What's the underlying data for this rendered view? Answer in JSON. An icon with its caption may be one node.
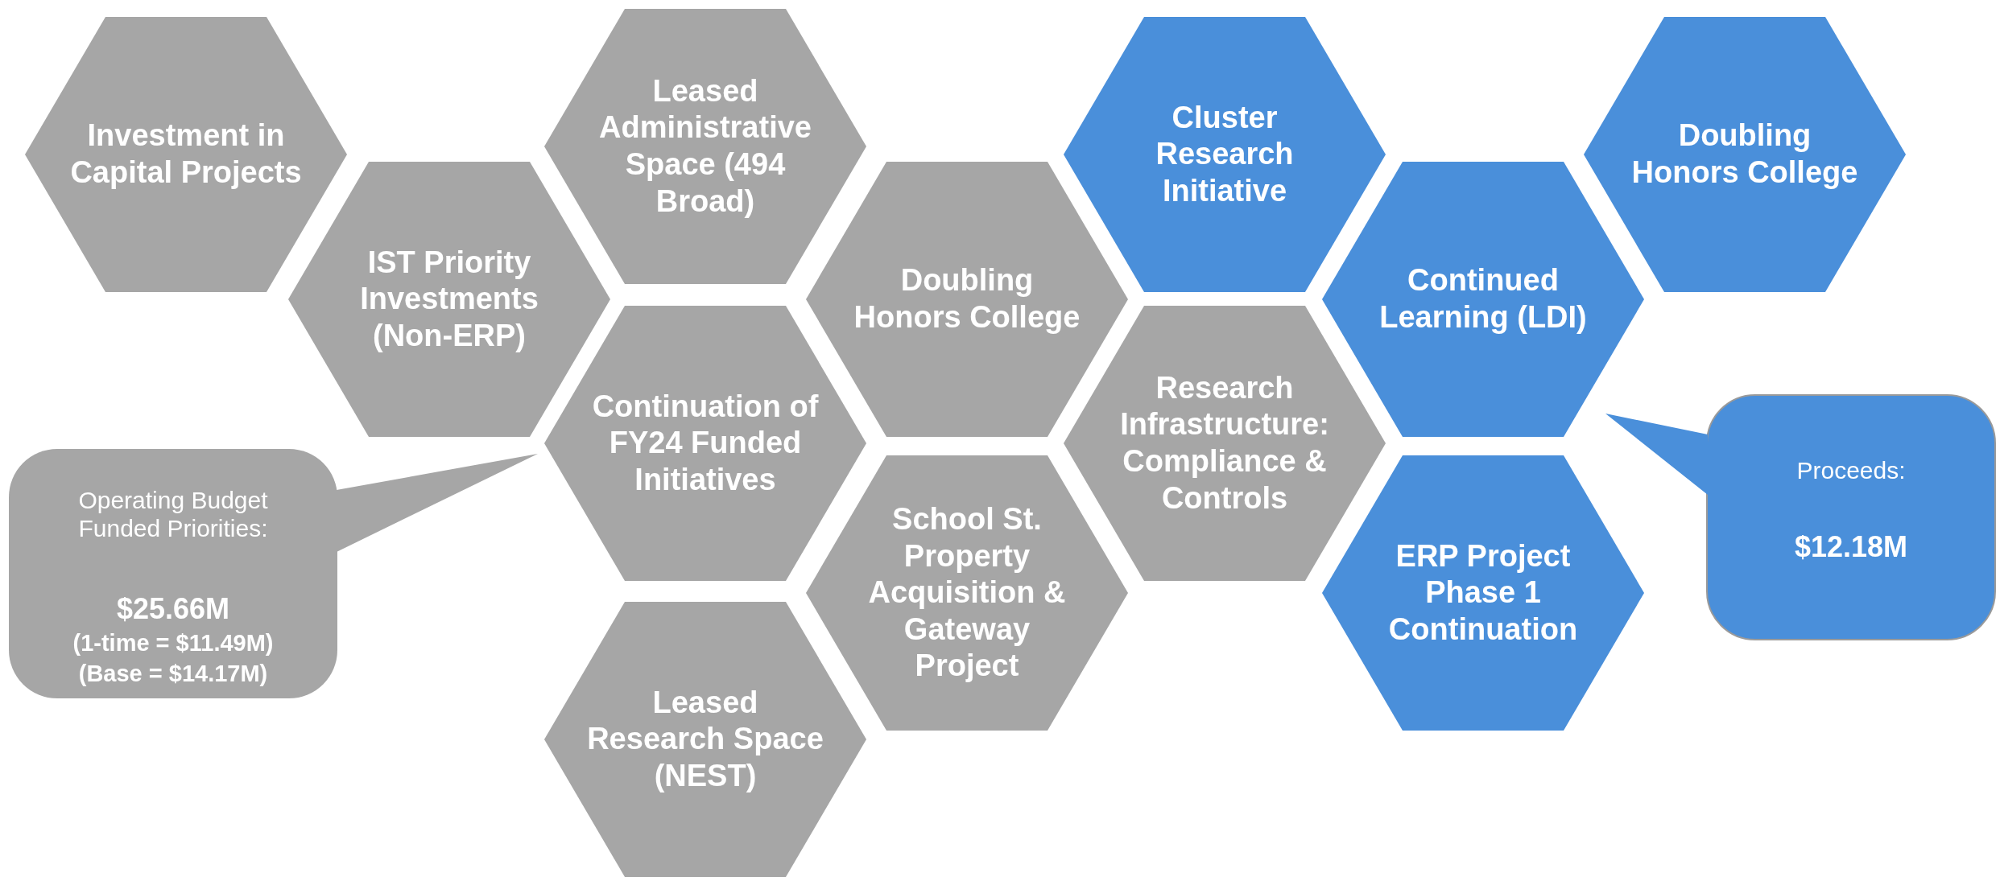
{
  "diagram": {
    "nodes": [
      {
        "text": [
          "Investment in Capital Projects"
        ]
      },
      {
        "text": [
          "IST Priority Investments (Non-ERP)"
        ]
      },
      {
        "text": [
          "Leased Administrative Space (494 Broad)"
        ]
      },
      {
        "text": [
          "Continuation of FY24 Funded Initiatives"
        ]
      },
      {
        "text": [
          "Leased Research Space (NEST)"
        ]
      },
      {
        "text": [
          "Doubling Honors College"
        ]
      },
      {
        "text": [
          "School St. Property Acquisition & Gateway Project"
        ]
      },
      {
        "text": [
          "Cluster Research Initiative"
        ]
      },
      {
        "text": [
          "Research Infrastructure: Compliance & Controls"
        ]
      },
      {
        "text": [
          "Continued Learning (LDI)"
        ]
      },
      {
        "text": [
          "ERP Project Phase 1 Continuation"
        ]
      },
      {
        "text": [
          "Doubling Honors College"
        ]
      },
      {
        "text": [
          "Operating Budget Funded Priorities:",
          "$25.66M",
          "(1-time = $11.49M)",
          "(Base = $14.17M)"
        ]
      },
      {
        "text": [
          "Proceeds:",
          "$12.18M"
        ]
      }
    ]
  }
}
